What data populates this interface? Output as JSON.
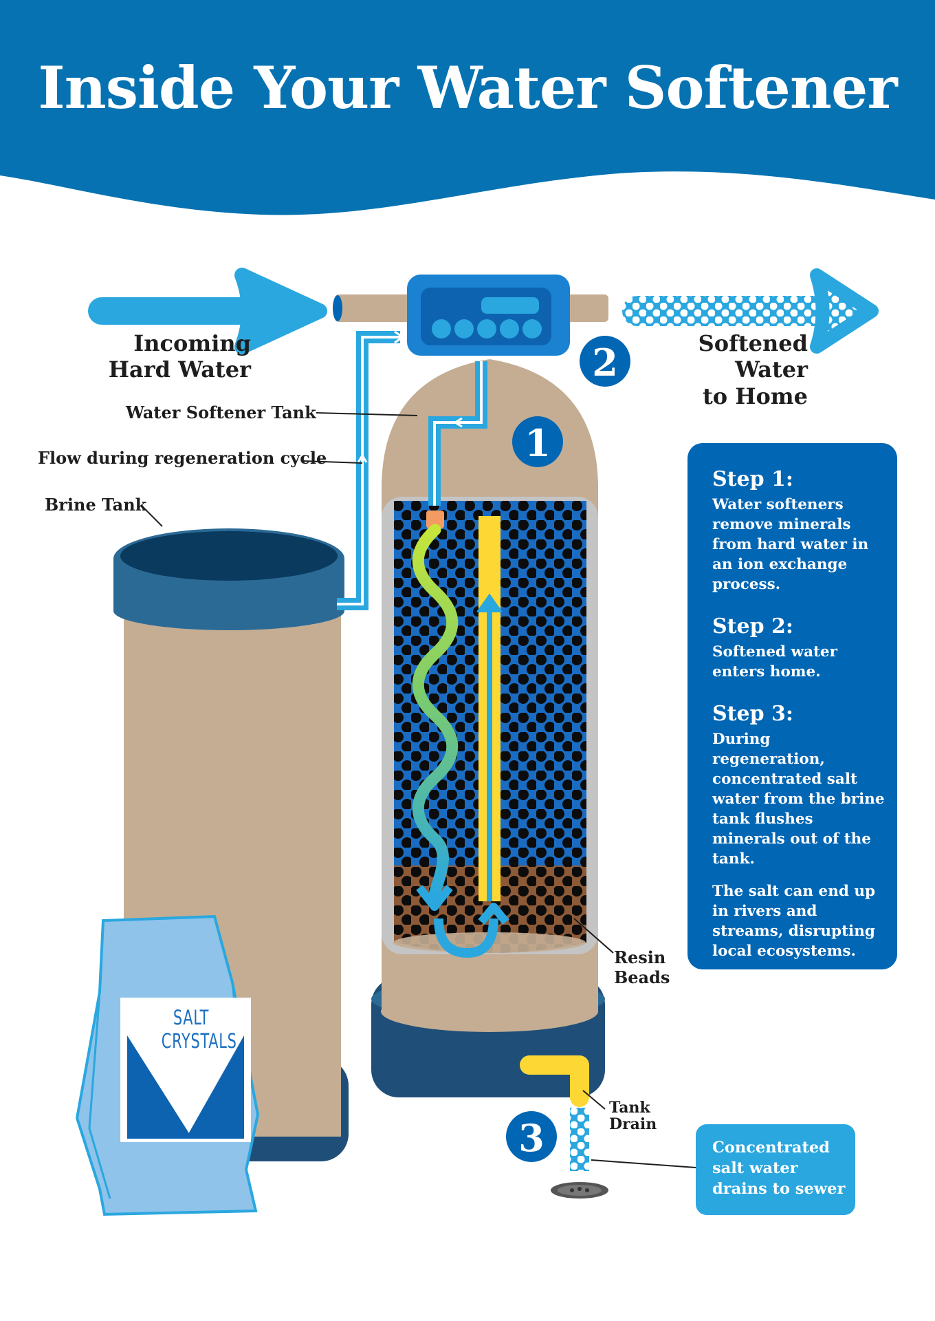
{
  "title": "Inside Your Water Softener",
  "labels": {
    "incoming": [
      "Incoming",
      "Hard Water"
    ],
    "softened": [
      "Softened Water",
      "to Home"
    ],
    "tank": "Water Softener Tank",
    "flow": "Flow during regeneration cycle",
    "brine": "Brine Tank",
    "resin": [
      "Resin",
      "Beads"
    ],
    "drain": [
      "Tank",
      "Drain"
    ],
    "salt_bag": [
      "SALT",
      "CRYSTALS"
    ]
  },
  "badges": [
    "1",
    "2",
    "3"
  ],
  "steps": [
    {
      "heading": "Step 1:",
      "body": "Water softeners remove minerals from hard water in an ion exchange process."
    },
    {
      "heading": "Step 2:",
      "body": "Softened water enters home."
    },
    {
      "heading": "Step 3:",
      "body": "During regeneration, concentrated salt water from the brine tank flushes minerals out of the tank."
    }
  ],
  "note": "The salt can end up in rivers and streams, disrupting local ecosystems.",
  "drain_note": "Concentrated salt water drains to sewer",
  "colors": {
    "header": "#0672b2",
    "dark_blue": "#0166b4",
    "light_blue": "#2aa7df",
    "tan": "#c4ad93",
    "navy": "#1f4f78",
    "yellow": "#fdd835",
    "resin_brown": "#8d5a37"
  }
}
